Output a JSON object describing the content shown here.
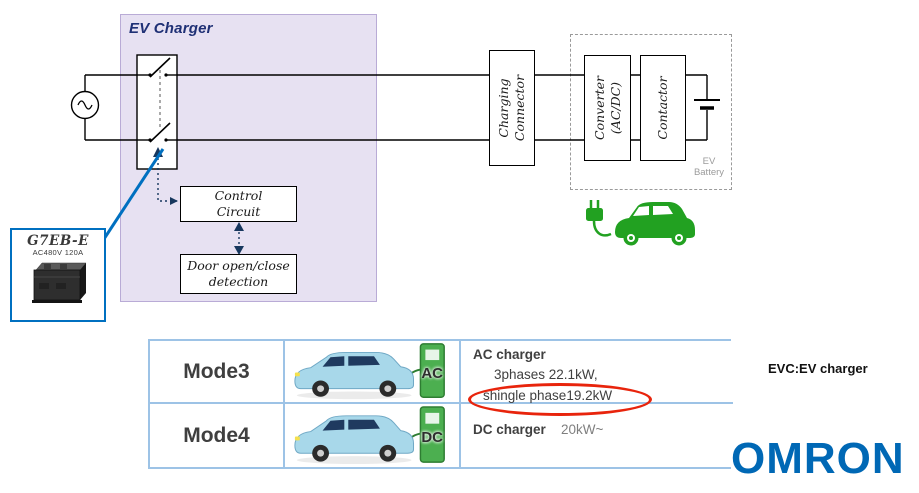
{
  "diagram": {
    "title": "EV Charger",
    "charging_connector_line1": "Charging",
    "charging_connector_line2": "Connector",
    "converter_line1": "Converter",
    "converter_line2": "(AC/DC)",
    "contactor": "Contactor",
    "ev_battery_line1": "EV",
    "ev_battery_line2": "Battery",
    "control_circuit_line1": "Control",
    "control_circuit_line2": "Circuit",
    "door_line1": "Door open/close",
    "door_line2": "detection",
    "relay_model": "G7EB-E",
    "relay_rating": "AC480V 120A"
  },
  "table": {
    "rows": [
      {
        "mode": "Mode3",
        "current": "AC",
        "title": "AC charger",
        "spec1": "3phases 22.1kW,",
        "spec2": "shingle phase19.2kW"
      },
      {
        "mode": "Mode4",
        "current": "DC",
        "title": "DC charger",
        "spec": "20kW~"
      }
    ]
  },
  "note": "EVC:EV charger",
  "brand": "OMRON",
  "icons": {
    "ac_source": "ac-source-icon",
    "relay_switch": "relay-contacts-icon",
    "battery": "battery-icon",
    "ev_car": "ev-car-plug-icon",
    "relay_photo": "g7eb-relay-photo",
    "car_charging": "car-charging-image"
  },
  "colors": {
    "accent_blue": "#0070C0",
    "omron_blue": "#0068B5",
    "highlight_red": "#E8240C",
    "panel_purple": "#E7E1F2",
    "ev_green": "#22A121",
    "table_border": "#9DC3E6",
    "navy_title": "#1F3075"
  }
}
